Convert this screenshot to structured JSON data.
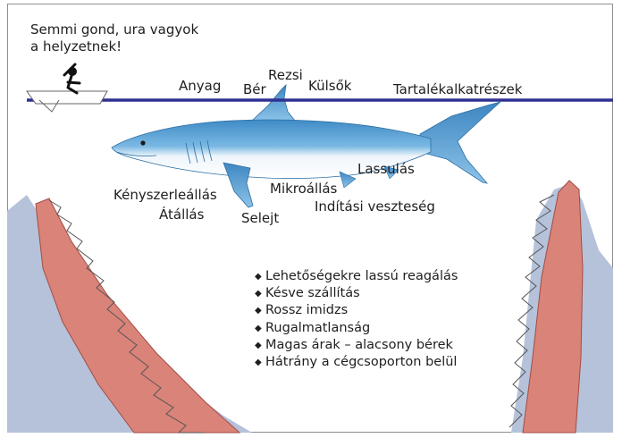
{
  "quote": {
    "line1": "Semmi gond, ura vagyok",
    "line2": "a helyzetnek!"
  },
  "above_water": {
    "anyag": "Anyag",
    "ber": "Bér",
    "rezsi": "Rezsi",
    "kulsok": "Külsők",
    "tartalek": "Tartalékalkatrészek"
  },
  "below_water": {
    "lassulas": "Lassulás",
    "mikroallas": "Mikroállás",
    "kenyszer": "Kényszerleállás",
    "atallas": "Átállás",
    "selejt": "Selejt",
    "inditasi": "Indítási veszteség"
  },
  "bullets": [
    "Lehetőségekre lassú reagálás",
    "Késve szállítás",
    "Rossz imidzs",
    "Rugalmatlanság",
    "Magas árak – alacsony bérek",
    "Hátrány a cégcsoporton belül"
  ],
  "colors": {
    "water_line": "#2e3192",
    "shark_back": "#5aa3d6",
    "shark_belly": "#eef5fb",
    "jaw_gum": "#d98379",
    "jaw_bg": "#b5c2da",
    "text": "#1e1e1e"
  },
  "icons": {
    "boat": "boat-icon",
    "person": "person-icon",
    "bullet": "bullet-diamond-icon"
  }
}
